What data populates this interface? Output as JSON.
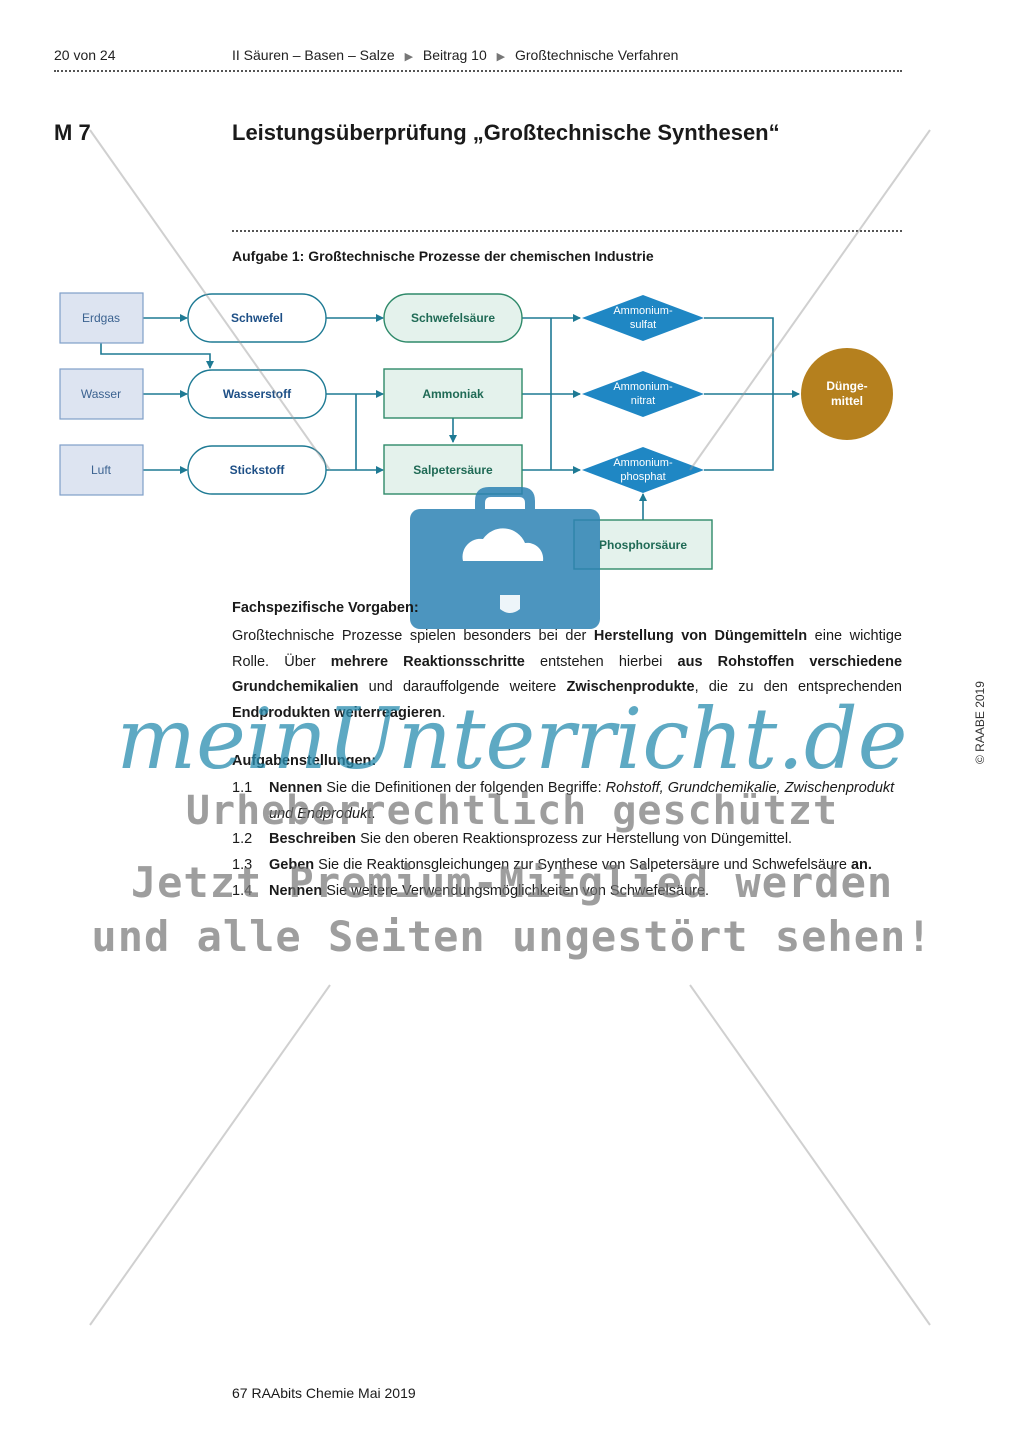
{
  "header": {
    "page": "20 von 24",
    "chapter": "II  Säuren – Basen – Salze",
    "beitrag": "Beitrag 10",
    "topic": "Großtechnische Verfahren"
  },
  "material": {
    "code": "M 7",
    "title": "Leistungsüberprüfung „Großtechnische Synthesen“"
  },
  "task1_title": "Aufgabe 1: Großtechnische Prozesse der chemischen Industrie",
  "diagram": {
    "raw": [
      "Erdgas",
      "Wasser",
      "Luft"
    ],
    "basic": [
      "Schwefel",
      "Wasserstoff",
      "Stickstoff"
    ],
    "inter": [
      "Schwefelsäure",
      "Ammoniak",
      "Salpetersäure",
      "Phosphorsäure"
    ],
    "salts": [
      [
        "Ammonium-",
        "sulfat"
      ],
      [
        "Ammonium-",
        "nitrat"
      ],
      [
        "Ammonium-",
        "phosphat"
      ]
    ],
    "product": [
      "Dünge-",
      "mittel"
    ],
    "colors": {
      "raw_fill": "#dde4f1",
      "raw_stroke": "#7f9fc9",
      "line": "#1e7a94",
      "green": "#2f8a6a",
      "green_fill": "#e4f2ec",
      "diamond": "#1f87c4",
      "product": "#b5801e"
    }
  },
  "vorgaben": {
    "heading": "Fachspezifische Vorgaben:",
    "s1": "Großtechnische Prozesse spielen besonders bei der ",
    "b1": "Herstellung von Düngemitteln",
    "s2": " eine wichtige Rolle. Über ",
    "b2": "mehrere Reaktionsschritte",
    "s3": " entstehen hierbei ",
    "b3": "aus Rohstoffen verschiedene Grundchemikalien",
    "s4": " und darauffolgende weitere ",
    "b4": "Zwischenprodukte",
    "s5": ", die zu den entsprechenden ",
    "b5": "Endprodukten weiterreagieren",
    "s6": "."
  },
  "aufgaben": {
    "heading": "Aufgabenstellungen:",
    "items": [
      {
        "num": "1.1",
        "verb": "Nennen",
        "pre": " Sie die Definitionen der folgenden Begriffe: ",
        "ital": "Rohstoff, Grundchemikalie, Zwischenprodukt und Endprodukt",
        "post": "."
      },
      {
        "num": "1.2",
        "verb": "Beschreiben",
        "pre": " Sie den oberen Reaktionsprozess zur Herstellung von Düngemittel.",
        "ital": "",
        "post": ""
      },
      {
        "num": "1.3",
        "verb": "Geben",
        "pre": " Sie die Reaktionsgleichungen zur Synthese von Salpetersäure und Schwefelsäure ",
        "ital": "",
        "post": "",
        "end_bold": "an."
      },
      {
        "num": "1.4",
        "verb": "Nennen",
        "pre": " Sie weitere Verwendungsmöglichkeiten von Schwefelsäure.",
        "ital": "",
        "post": ""
      }
    ]
  },
  "copyright": "© RAABE 2019",
  "footer": "67 RAAbits Chemie Mai 2019",
  "watermark": {
    "brand": "meinUnterricht.de",
    "line1": "Urheberrechtlich geschützt",
    "line2": "Jetzt Premium-Mitglied werden",
    "line3": "und alle Seiten ungestört sehen!"
  }
}
